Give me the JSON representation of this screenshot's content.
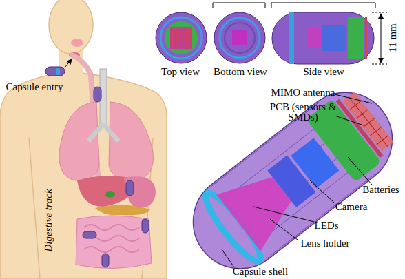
{
  "diagram": {
    "labels": [
      "Capsule entry",
      "Top view",
      "Bottom view",
      "Side view",
      "11 mm",
      "MIMO antenna",
      "PCB (sensors & SMDs)",
      "Batteries",
      "Camera",
      "LEDs",
      "Lens holder",
      "Capsule shell",
      "Digestive track"
    ]
  }
}
